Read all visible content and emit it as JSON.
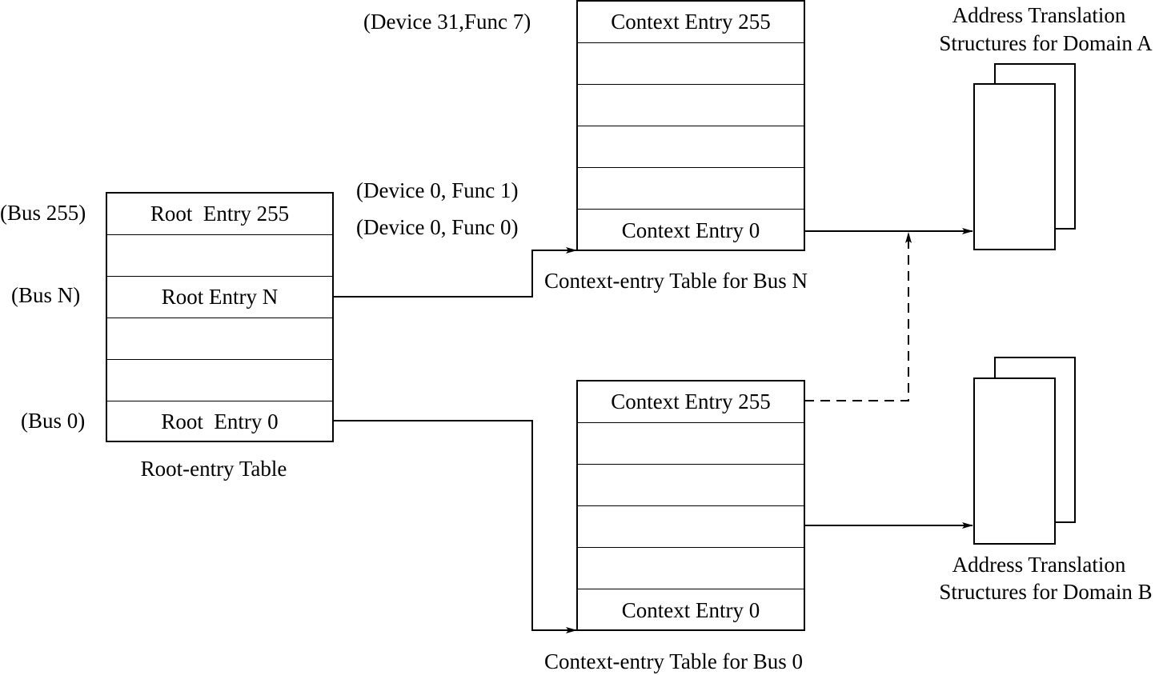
{
  "root_table": {
    "caption": "Root-entry Table",
    "rows": [
      "Root  Entry 255",
      "",
      "Root Entry N",
      "",
      "",
      "Root  Entry 0"
    ],
    "side_labels": {
      "bus255": "(Bus 255)",
      "busN": "(Bus N)",
      "bus0": "(Bus 0)"
    }
  },
  "context_table_n": {
    "caption": "Context-entry Table for Bus N",
    "rows": [
      "Context Entry 255",
      "",
      "",
      "",
      "",
      "Context Entry 0"
    ],
    "labels": {
      "dev31f7": "(Device 31,Func 7)",
      "dev0f1": "(Device 0, Func 1)",
      "dev0f0": "(Device 0, Func 0)"
    }
  },
  "context_table_0": {
    "caption": "Context-entry Table for Bus 0",
    "rows": [
      "Context Entry 255",
      "",
      "",
      "",
      "",
      "Context Entry 0"
    ]
  },
  "domain_a": {
    "line1": "Address Translation",
    "line2": "Structures for Domain A"
  },
  "domain_b": {
    "line1": "Address Translation",
    "line2": "Structures for Domain B"
  }
}
